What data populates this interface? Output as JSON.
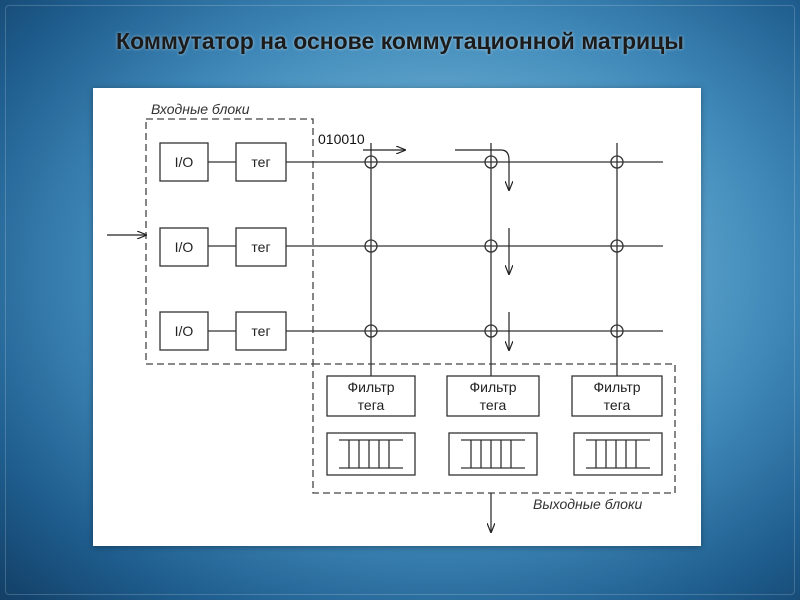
{
  "slide": {
    "title": "Коммутатор на основе коммутационной матрицы"
  },
  "diagram": {
    "input_group_label": "Входные блоки",
    "output_group_label": "Выходные блоки",
    "bits_label": "010010",
    "input_rows": [
      {
        "io_label": "I/O",
        "tag_label": "тег"
      },
      {
        "io_label": "I/O",
        "tag_label": "тег"
      },
      {
        "io_label": "I/O",
        "tag_label": "тег"
      }
    ],
    "output_columns": [
      {
        "filter_line1": "Фильтр",
        "filter_line2": "тега"
      },
      {
        "filter_line1": "Фильтр",
        "filter_line2": "тега"
      },
      {
        "filter_line1": "Фильтр",
        "filter_line2": "тега"
      }
    ]
  }
}
